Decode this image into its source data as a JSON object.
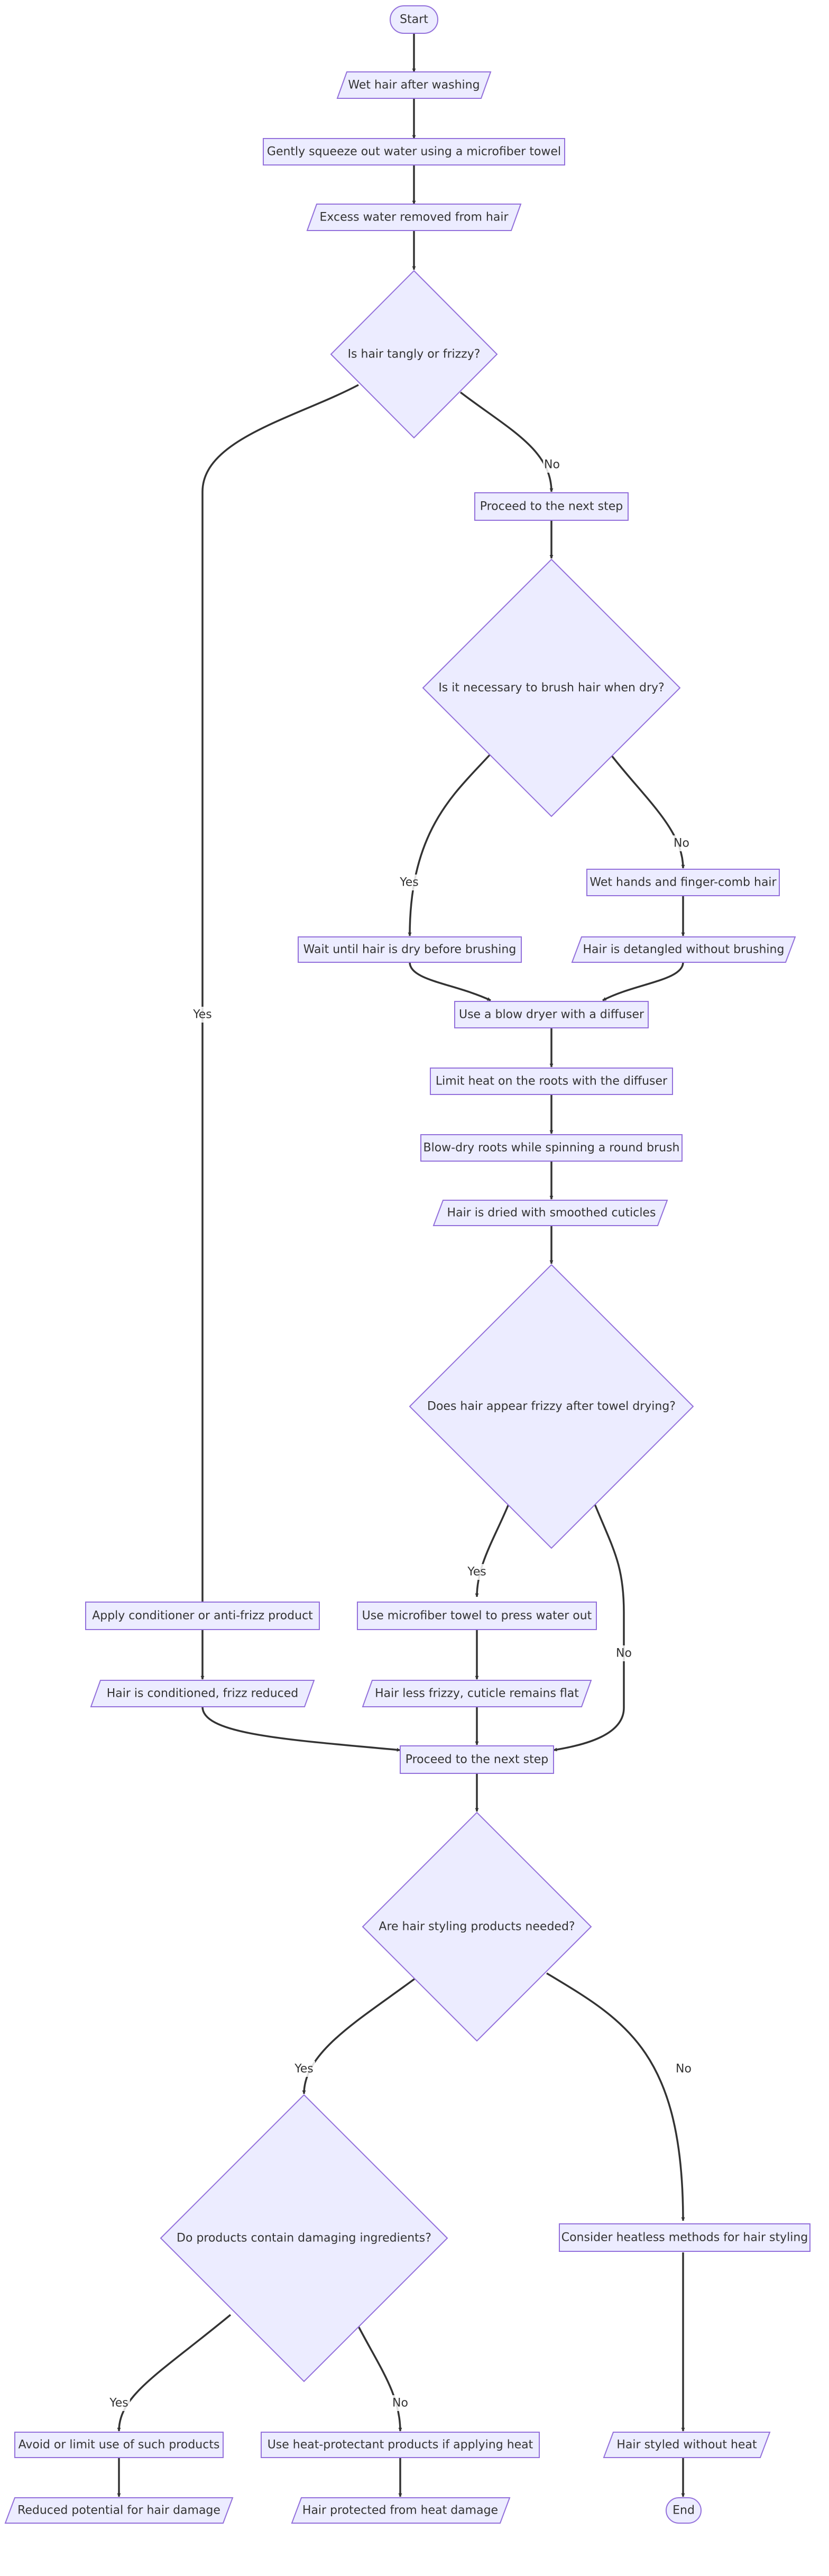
{
  "diagram": {
    "nodes": {
      "start": "Start",
      "wet": "Wet hair after washing",
      "squeeze": "Gently squeeze out water using a microfiber towel",
      "excess": "Excess water removed from hair",
      "tangly": "Is hair tangly or frizzy?",
      "next1": "Proceed to the next step",
      "brush": "Is it necessary to brush hair when dry?",
      "fingercomb": "Wet hands and finger-comb hair",
      "waitdry": "Wait until hair is dry before brushing",
      "detangled": "Hair is detangled without brushing",
      "diffuser": "Use a blow dryer with a diffuser",
      "limitheat": "Limit heat on the roots with the diffuser",
      "blowdry": "Blow-dry roots while spinning a round brush",
      "dried": "Hair is dried with smoothed cuticles",
      "frizzytowel": "Does hair appear frizzy after towel drying?",
      "conditioner": "Apply conditioner or anti-frizz product",
      "presstowel": "Use microfiber towel to press water out",
      "conditioned": "Hair is conditioned, frizz reduced",
      "lessfrizzy": "Hair less frizzy, cuticle remains flat",
      "next2": "Proceed to the next step",
      "stylingneeded": "Are hair styling products needed?",
      "damaging": "Do products contain damaging ingredients?",
      "heatless": "Consider heatless methods for hair styling",
      "avoid": "Avoid or limit use of such products",
      "protectant": "Use heat-protectant products if applying heat",
      "styledwithout": "Hair styled without heat",
      "reduced": "Reduced potential for hair damage",
      "protected": "Hair protected from heat damage",
      "end": "End"
    },
    "edge_labels": {
      "tangly_yes": "Yes",
      "tangly_no": "No",
      "brush_yes": "Yes",
      "brush_no": "No",
      "frizzy_yes": "Yes",
      "frizzy_no": "No",
      "styling_yes": "Yes",
      "styling_no": "No",
      "damaging_yes": "Yes",
      "damaging_no": "No"
    }
  }
}
